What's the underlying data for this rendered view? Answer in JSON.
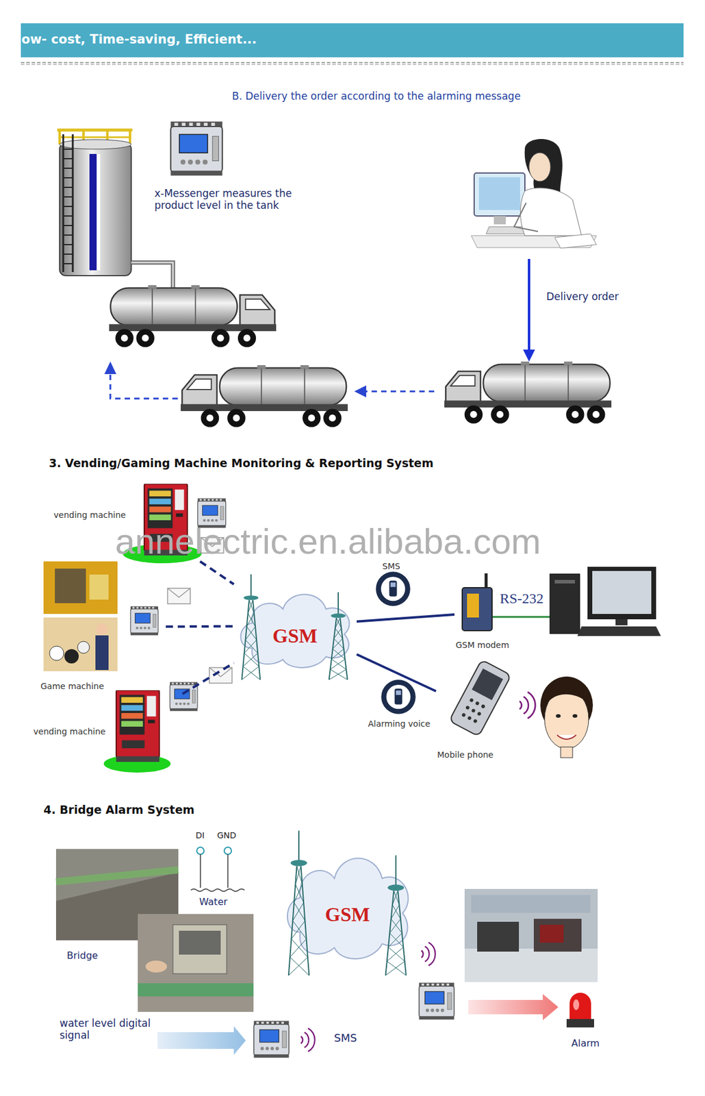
{
  "diagram": {
    "title": "ow- cost, Time-saving, Efficient...",
    "nodes": [
      {
        "text": [
          "vending machine"
        ]
      },
      {
        "text": [
          "Game machine"
        ]
      },
      {
        "text": [
          "vending machine"
        ]
      },
      {
        "text": [
          "GSM"
        ]
      },
      {
        "text": [
          "GSM modem"
        ]
      },
      {
        "text": [
          "Mobile phone"
        ]
      },
      {
        "text": [
          "Bridge"
        ]
      },
      {
        "text": [
          "GSM"
        ]
      },
      {
        "text": [
          "Alarm"
        ]
      }
    ],
    "edges": [
      {
        "from": 0,
        "to": 3,
        "arrow": "none"
      },
      {
        "from": 1,
        "to": 3,
        "arrow": "none"
      },
      {
        "from": 2,
        "to": 3,
        "arrow": "none"
      },
      {
        "from": 3,
        "to": 4,
        "label": "SMS",
        "arrow": "none"
      },
      {
        "from": 3,
        "to": 5,
        "label": "Alarming voice",
        "arrow": "none"
      }
    ],
    "labels": [
      "B. Delivery the order according to the alarming message",
      "x-Messenger measures the product level in the tank",
      "Delivery order",
      "3. Vending/Gaming Machine Monitoring & Reporting System",
      "annelectric.en.alibaba.com",
      "RS-232",
      "4. Bridge Alarm System",
      "DI",
      "GND",
      "Water",
      "water level digital signal",
      "SMS"
    ]
  }
}
